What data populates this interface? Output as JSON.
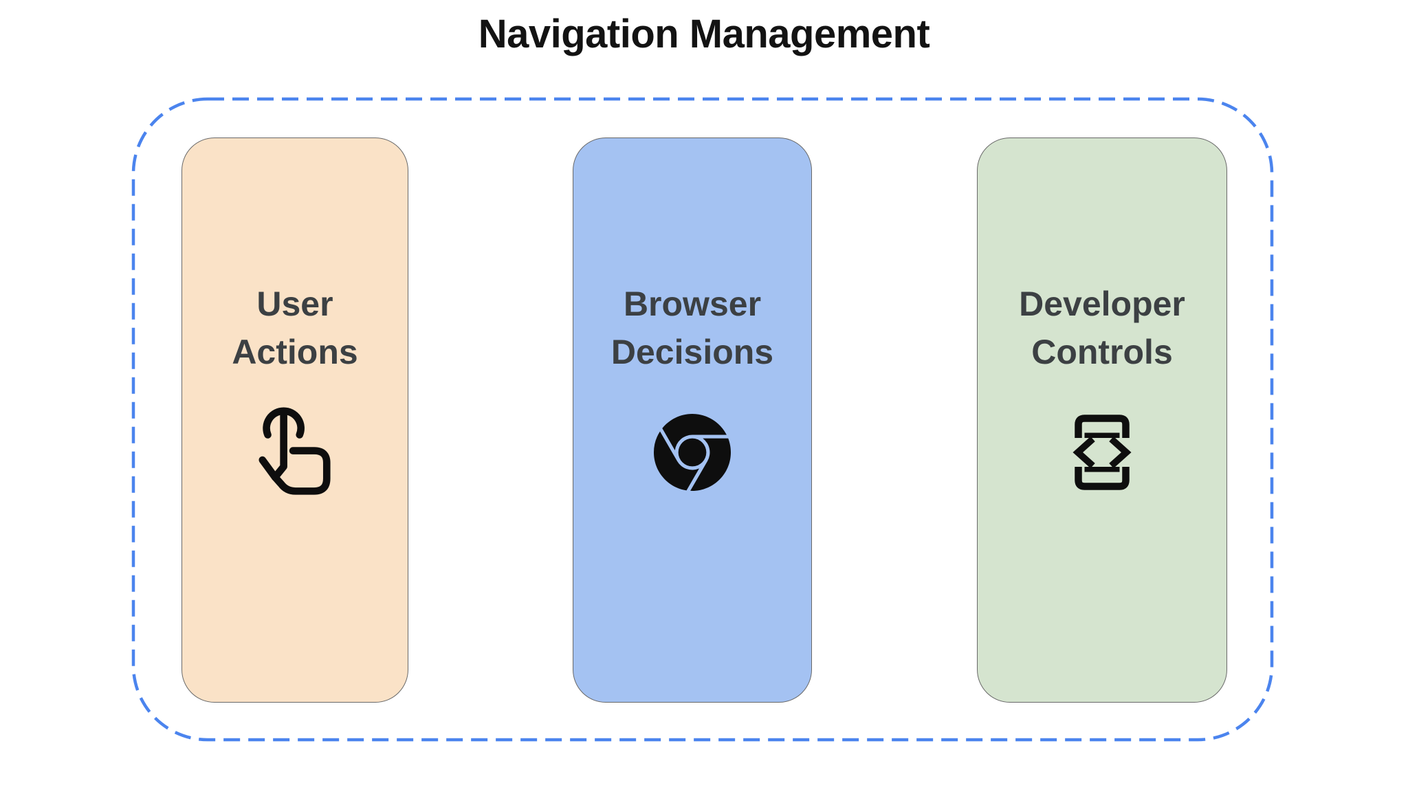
{
  "title": "Navigation Management",
  "colors": {
    "background": "#FFFFFF",
    "dashed_border": "#4B84EE",
    "card_outline": "#686868",
    "title_text": "#131313",
    "label_text": "#3C4043",
    "icon": "#0E0E0E"
  },
  "container": {
    "border_style": "dashed rounded rectangle"
  },
  "cards": [
    {
      "label": "User\nActions",
      "icon": "tap-gesture-icon",
      "bg": "#FAE2C7"
    },
    {
      "label": "Browser\nDecisions",
      "icon": "chrome-browser-icon",
      "bg": "#A4C2F2"
    },
    {
      "label": "Developer\nControls",
      "icon": "developer-mode-icon",
      "bg": "#D5E4CF"
    }
  ]
}
